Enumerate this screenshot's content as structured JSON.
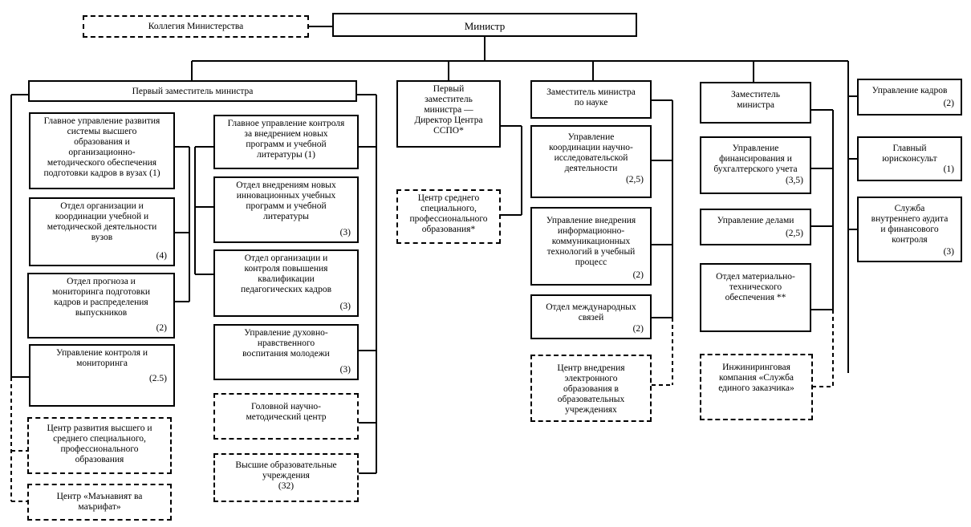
{
  "top": {
    "minister": "Министр",
    "college": "Коллегия Министерства"
  },
  "first_deputy": {
    "title": "Первый заместитель министра",
    "left_col": [
      {
        "text": "Главное управление развития\nсистемы высшего\nобразования и\nорганизационно-\nметодического обеспечения\nподготовки кадров в вузах (1)",
        "count": ""
      },
      {
        "text": "Отдел организации и\nкоординации учебной и\nметодической деятельности\nвузов",
        "count": "(4)"
      },
      {
        "text": "Отдел прогноза и\nмониторинга подготовки\nкадров и распределения\nвыпускников",
        "count": "(2)"
      },
      {
        "text": "Управление контроля и\nмониторинга",
        "count": "(2.5)"
      },
      {
        "text": "Центр развития высшего и\nсреднего специального,\nпрофессионального\nобразования",
        "count": ""
      },
      {
        "text": "Центр «Маънавият ва\nмаърифат»",
        "count": ""
      }
    ],
    "right_col": [
      {
        "text": "Главное управление контроля\nза внедрением новых\nпрограмм и учебной\nлитературы (1)",
        "count": ""
      },
      {
        "text": "Отдел внедрениям новых\nинновационных учебных\nпрограмм и учебной\nлитературы",
        "count": "(3)"
      },
      {
        "text": "Отдел организации и\nконтроля повышения\nквалификации\nпедагогических кадров",
        "count": "(3)"
      },
      {
        "text": "Управление духовно-\nнравственного\nвоспитания молодежи",
        "count": "(3)"
      },
      {
        "text": "Головной научно-\nметодический центр",
        "count": ""
      },
      {
        "text": "Высшие образовательные\nучреждения\n(32)",
        "count": ""
      }
    ]
  },
  "sspo": {
    "title": "Первый\nзаместитель\nминистра —\nДиректор Центра\nССПО*",
    "center": "Центр среднего\nспециального,\nпрофессионального\nобразования*"
  },
  "science": {
    "title": "Заместитель министра\nпо науке",
    "items": [
      {
        "text": "Управление\nкоординации научно-\nисследовательской\nдеятельности",
        "count": "(2,5)"
      },
      {
        "text": "Управление внедрения\nинформационно-\nкоммуникационных\nтехнологий в учебный\nпроцесс",
        "count": "(2)"
      },
      {
        "text": "Отдел международных\nсвязей",
        "count": "(2)"
      },
      {
        "text": "Центр внедрения\nэлектронного\nобразования в\nобразовательных\nучреждениях",
        "count": ""
      }
    ]
  },
  "deputy": {
    "title": "Заместитель\nминистра",
    "items": [
      {
        "text": "Управление\nфинансирования и\nбухгалтерского учета",
        "count": "(3,5)"
      },
      {
        "text": "Управление делами",
        "count": "(2,5)"
      },
      {
        "text": "Отдел материально-\nтехнического\nобеспечения **",
        "count": ""
      },
      {
        "text": "Инжиниринговая\nкомпания «Служба\nединого заказчика»",
        "count": ""
      }
    ]
  },
  "direct": {
    "items": [
      {
        "text": "Управление кадров",
        "count": "(2)"
      },
      {
        "text": "Главный\nюрисконсульт",
        "count": "(1)"
      },
      {
        "text": "Служба\nвнутреннего аудита\nи финансового\nконтроля",
        "count": "(3)"
      }
    ]
  }
}
